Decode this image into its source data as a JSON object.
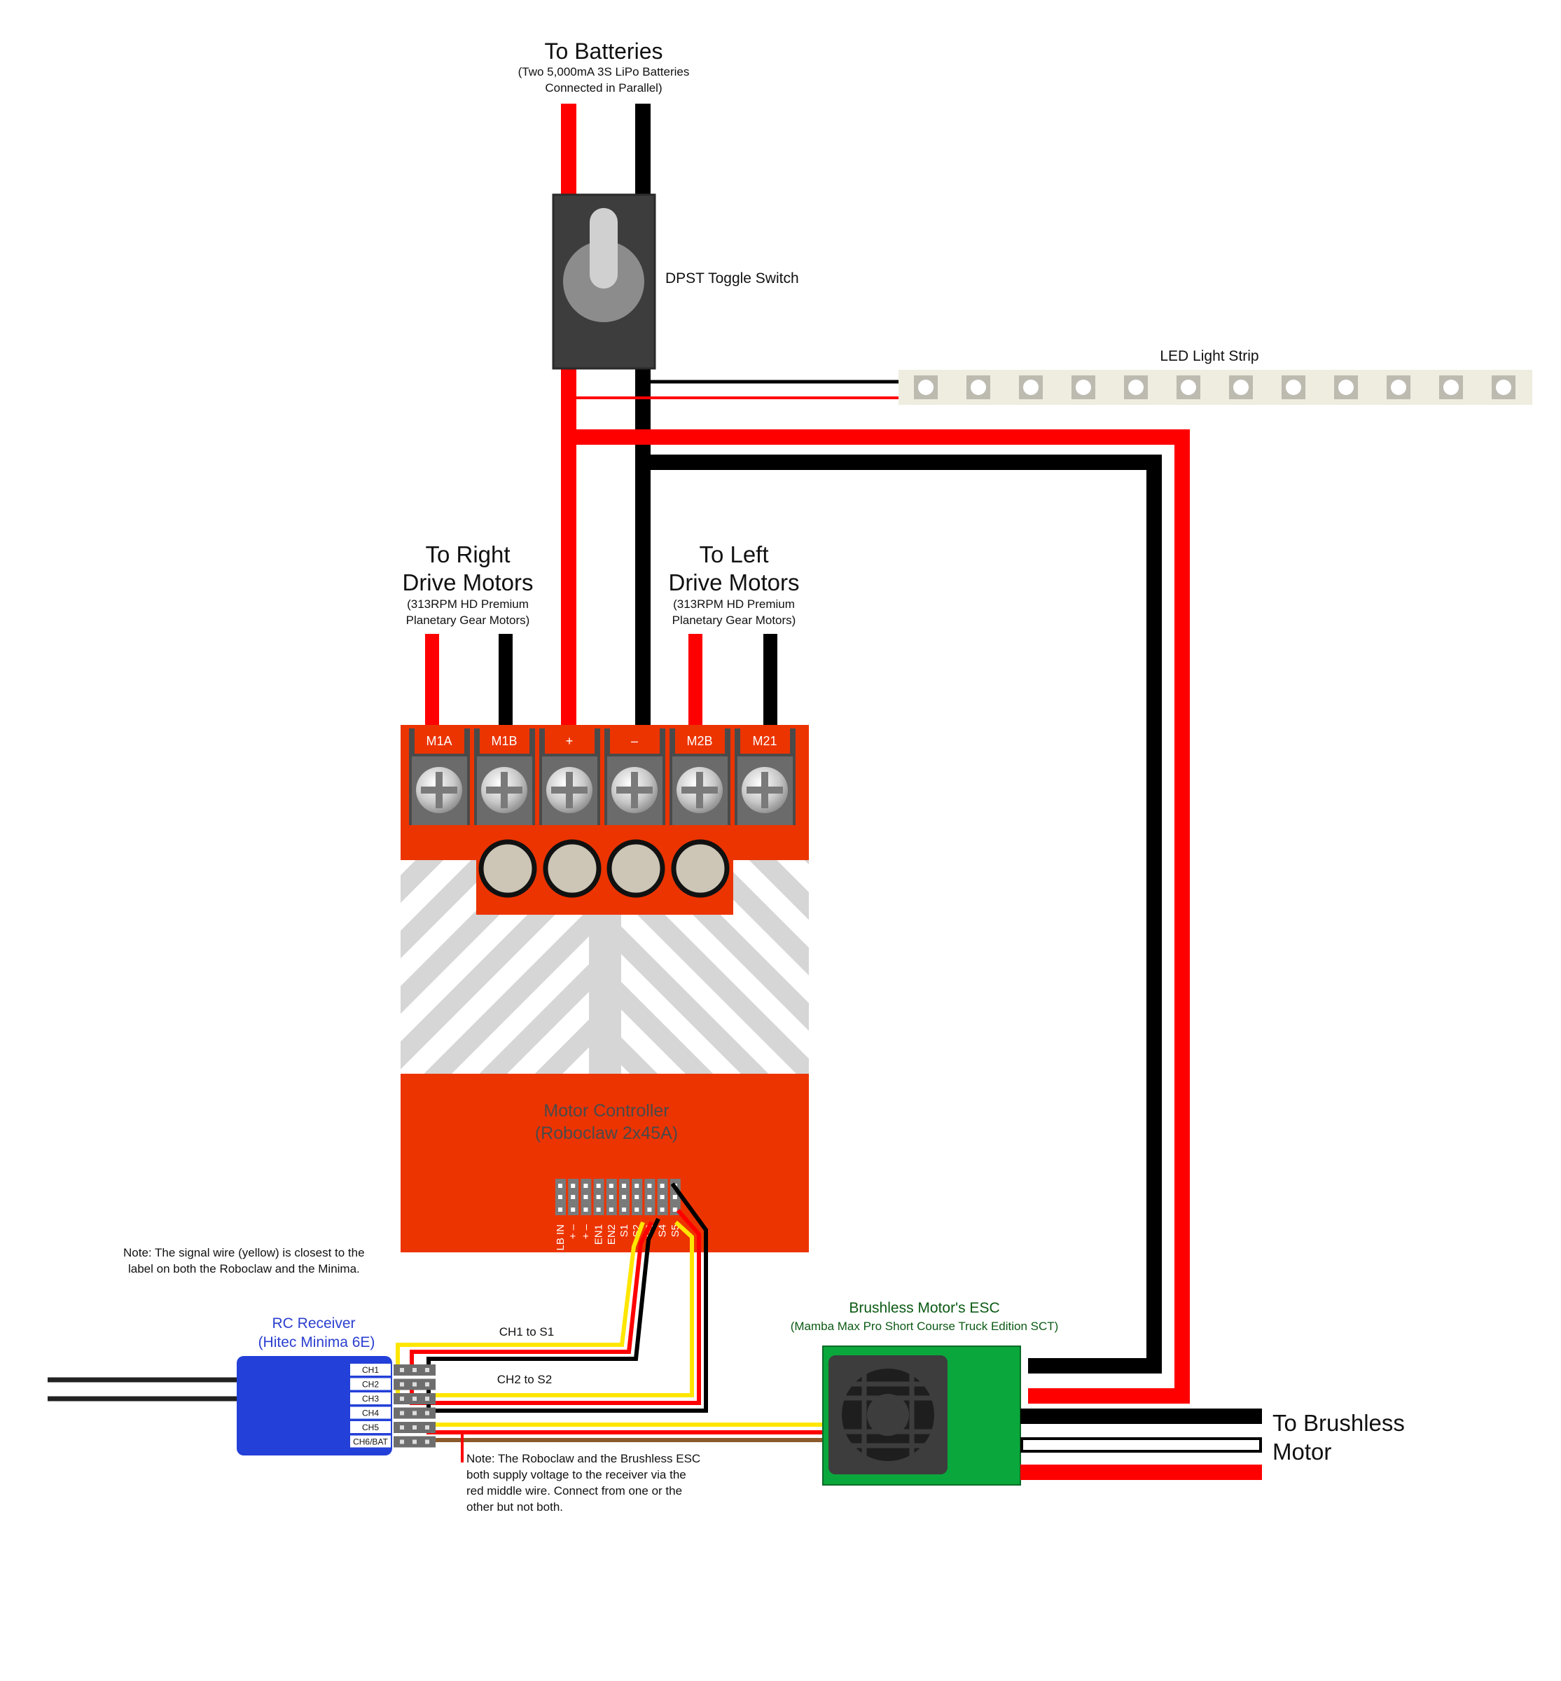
{
  "batteries": {
    "title": "To Batteries",
    "line1": "(Two 5,000mA 3S LiPo Batteries",
    "line2": "Connected in Parallel)"
  },
  "switch": {
    "label": "DPST Toggle Switch"
  },
  "led": {
    "label": "LED Light Strip"
  },
  "right_motors": {
    "line1": "To Right",
    "line2": "Drive Motors",
    "sub1": "(313RPM HD Premium",
    "sub2": "Planetary Gear Motors)"
  },
  "left_motors": {
    "line1": "To Left",
    "line2": "Drive Motors",
    "sub1": "(313RPM HD Premium",
    "sub2": "Planetary Gear Motors)"
  },
  "terminals": [
    "M1A",
    "M1B",
    "+",
    "–",
    "M2B",
    "M21"
  ],
  "controller": {
    "line1": "Motor Controller",
    "line2": "(Roboclaw 2x45A)",
    "pins": [
      "LB IN",
      "+ –",
      "+ –",
      "EN1",
      "EN2",
      "S1",
      "S2",
      "S3",
      "S4",
      "S5"
    ]
  },
  "note_signal": {
    "line1": "Note: The signal wire (yellow) is closest to the",
    "line2": "label on both the Roboclaw and the Minima."
  },
  "receiver": {
    "line1": "RC Receiver",
    "line2": "(Hitec Minima 6E)",
    "channels": [
      "CH1",
      "CH2",
      "CH3",
      "CH4",
      "CH5",
      "CH6/BAT"
    ]
  },
  "wire_labels": {
    "ch1": "CH1 to S1",
    "ch2": "CH2 to S2"
  },
  "esc": {
    "line1": "Brushless Motor's ESC",
    "line2": "(Mamba Max Pro  Short Course Truck Edition SCT)"
  },
  "brushless": {
    "line1": "To Brushless",
    "line2": "Motor"
  },
  "note_supply": {
    "line1": "Note: The Roboclaw and the Brushless ESC",
    "line2": "both supply voltage to the receiver via the",
    "line3": "red middle wire. Connect from one or the",
    "line4": "other but not both."
  },
  "colors": {
    "wire_red": "#ff0000",
    "wire_black": "#000000",
    "signal_yellow": "#ffe600",
    "controller_red": "#ec3400",
    "receiver_blue": "#2340d8",
    "esc_green": "#0aa83c",
    "led_strip": "#eeede0",
    "receiver_text": "#2b3fcf",
    "esc_text": "#0b5a14"
  }
}
